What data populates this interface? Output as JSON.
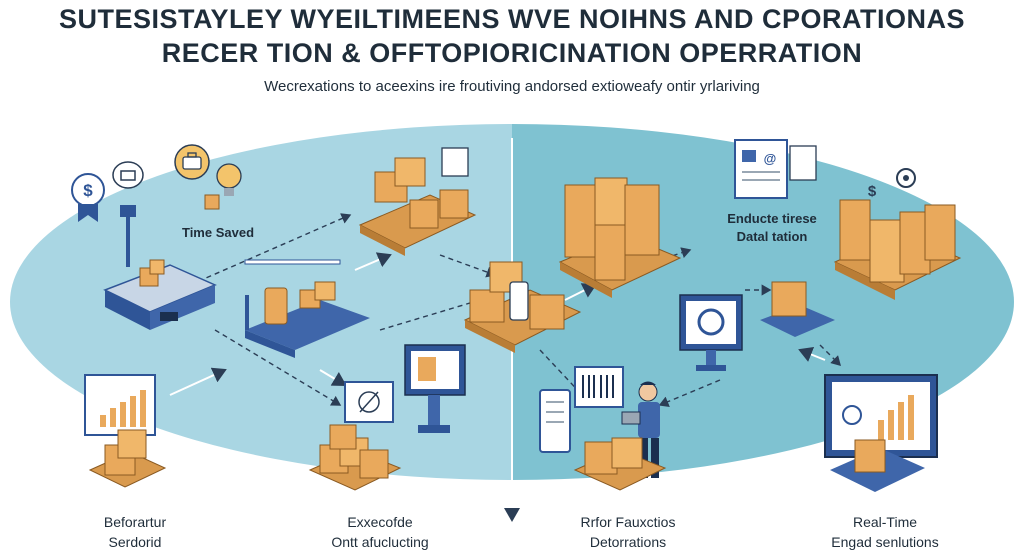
{
  "header": {
    "title_line1": "SUTESISTAYLEY WYEILTIMEENS WVE NOIHNS AND CPORATIONAS",
    "title_line2": "RECER TION & OFFTOPIORICINATION OPERRATION",
    "subtitle": "Wecrexations to aceexins ire froutiving andorsed extioweafy ontir yrlariving"
  },
  "callouts": {
    "time_saved": "Time Saved",
    "enduce_line1": "Enducte tirese",
    "enduce_line2": "Datal tation"
  },
  "bottom_labels": {
    "left_line1": "Beforartur",
    "left_line2": "Serdorid",
    "center_left_line1": "Exxecofde",
    "center_left_line2": "Ontt afuclucting",
    "center_right_line1": "Rrfor Fauxctios",
    "center_right_line2": "Detorrations",
    "right_line1": "Real-Time",
    "right_line2": "Engad senlutions"
  },
  "icons": [
    "dollar-badge-icon",
    "briefcase-icon",
    "lightbulb-icon",
    "email-icon",
    "barcode-icon",
    "gear-icon"
  ],
  "colors": {
    "left_zone": "#a9d6e3",
    "right_zone": "#7fc2d1",
    "box": "#e9a95c",
    "box_dark": "#c98a3f",
    "pallet": "#d99a4e",
    "monitor": "#2f5597",
    "arrow": "#2b3d55"
  }
}
